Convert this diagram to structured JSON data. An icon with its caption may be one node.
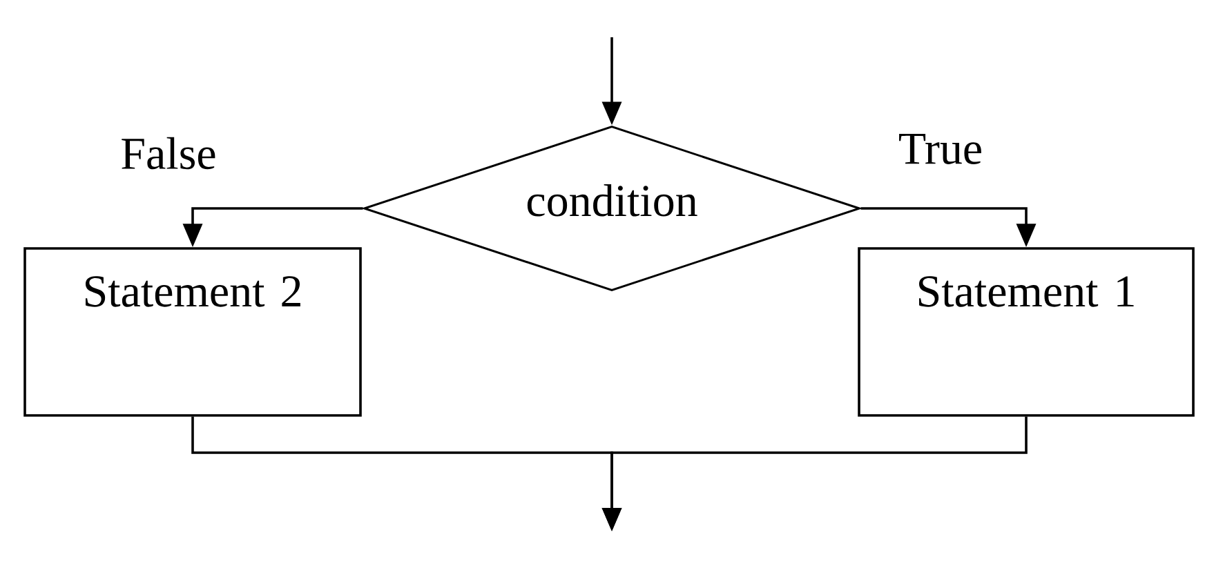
{
  "diagram": {
    "nodes": [
      {
        "text": [
          "condition"
        ]
      },
      {
        "text": [
          "Statement 2"
        ]
      },
      {
        "text": [
          "Statement 1"
        ]
      }
    ],
    "edges": [
      {
        "from": null,
        "to": 0,
        "arrow": "to"
      },
      {
        "from": 0,
        "to": 1,
        "arrow": "to",
        "label": "False"
      },
      {
        "from": 0,
        "to": 2,
        "arrow": "to",
        "label": "True"
      },
      {
        "from": 1,
        "to": null,
        "arrow": "to"
      },
      {
        "from": 2,
        "to": null,
        "arrow": "to"
      }
    ]
  }
}
